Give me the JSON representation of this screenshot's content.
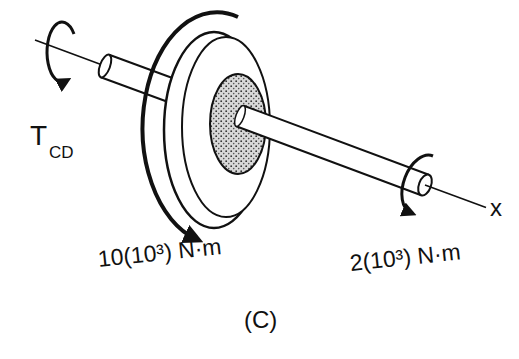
{
  "diagram": {
    "labels": [
      "T",
      "CD",
      "10(10³) N·m",
      "2(10³) N·m",
      "x",
      "(C)"
    ]
  }
}
